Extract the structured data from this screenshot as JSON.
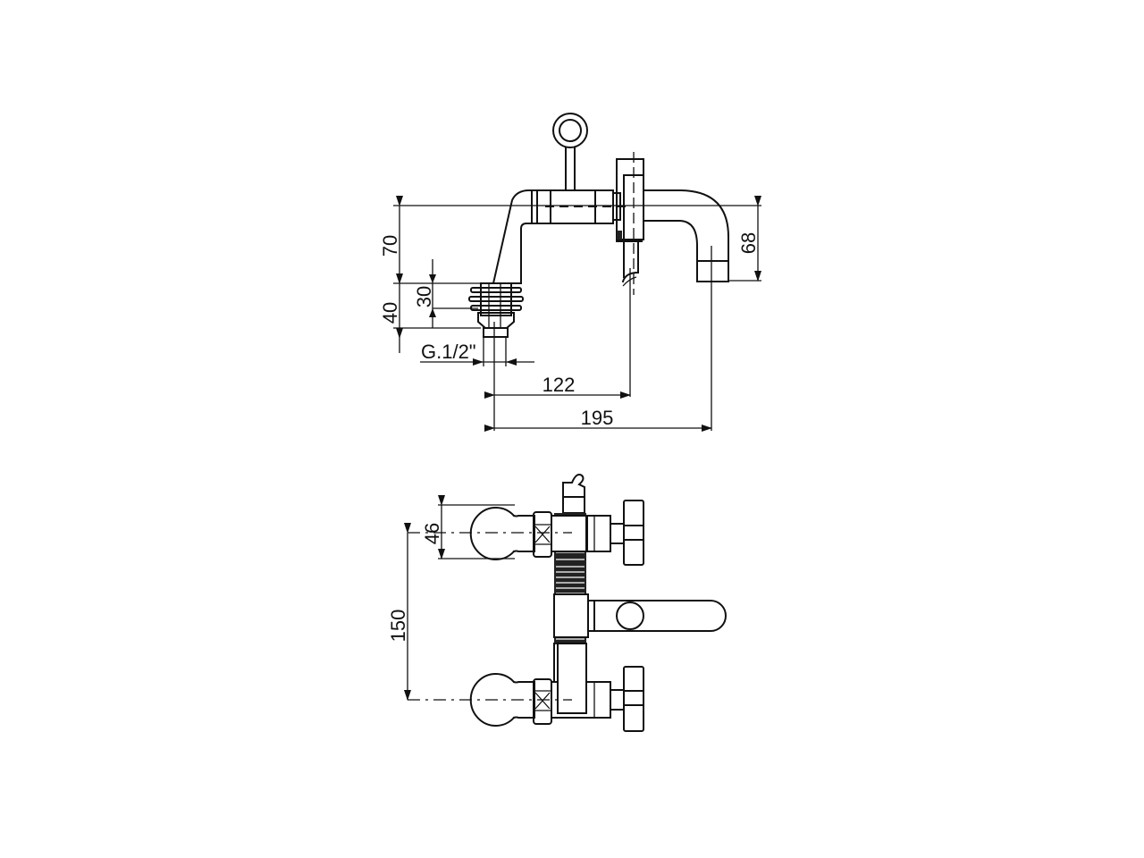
{
  "drawing": {
    "subject": "wall-mounted bath mixer technical drawing",
    "views": [
      "side-view",
      "front-view"
    ],
    "side_view": {
      "dimensions": {
        "height_body": "70",
        "height_inlet": "40",
        "height_thread": "30",
        "thread_spec": "G.1/2\"",
        "width_to_diverter": "122",
        "width_total": "195",
        "spout_height": "68"
      }
    },
    "front_view": {
      "dimensions": {
        "inlet_diameter": "46",
        "center_distance": "150"
      }
    },
    "line_color": "#111111",
    "background": "#ffffff"
  }
}
